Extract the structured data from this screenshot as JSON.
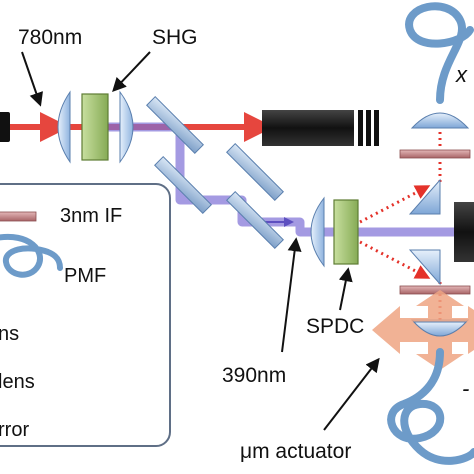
{
  "labels": {
    "pump_wavelength": "780nm",
    "shg": "SHG",
    "uv_wavelength": "390nm",
    "spdc": "SPDC",
    "actuator": "μm actuator",
    "side_letter_top": "x",
    "side_letter_bottom": "-"
  },
  "legend": {
    "filter": "3nm IF",
    "fiber": "PMF",
    "lens": "ns",
    "cyl_lens": "lens",
    "mirror": "rror"
  },
  "colors": {
    "red_beam": "#e4322a",
    "uv_beam": "#7e6fd6",
    "fiber": "#6d9bc9",
    "crystal": "#a9c97a",
    "optic": "#a9c6ea",
    "filter": "#c48a8c",
    "actuator": "#efa583",
    "detector": "#1b1b1b"
  }
}
